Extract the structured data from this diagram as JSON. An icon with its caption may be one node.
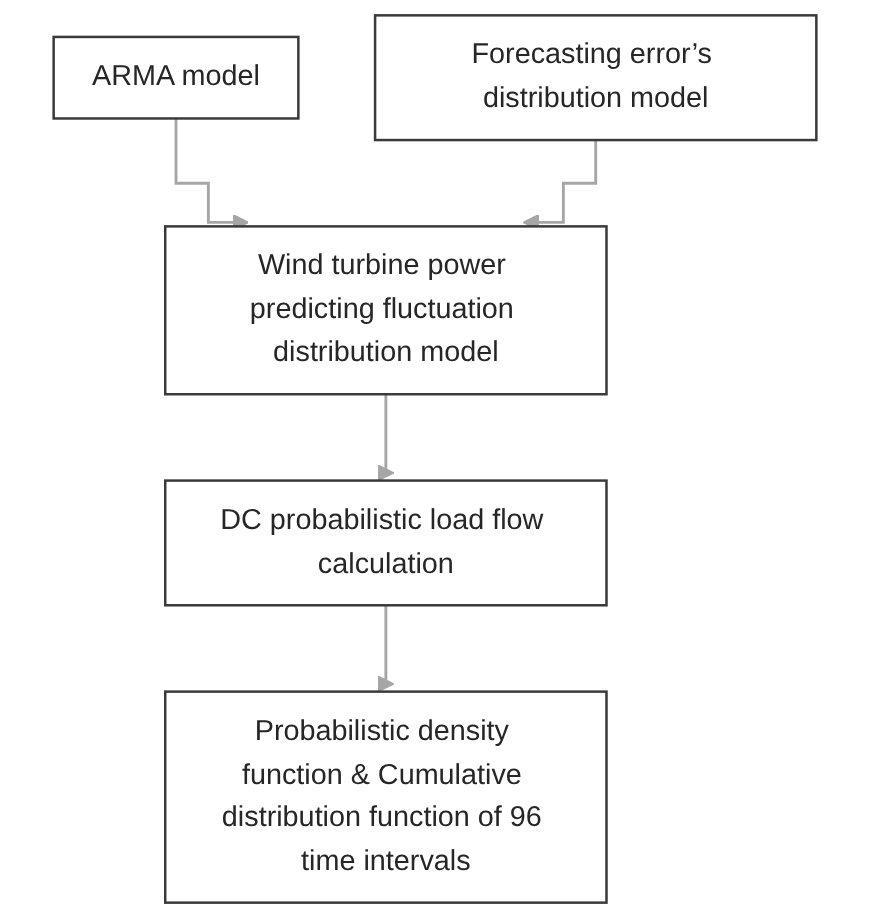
{
  "diagram": {
    "nodes": [
      {
        "text": [
          "ARMA model"
        ]
      },
      {
        "text": [
          "Forecasting error’s distribution model"
        ]
      },
      {
        "text": [
          "Wind turbine power predicting fluctuation distribution model"
        ]
      },
      {
        "text": [
          "DC probabilistic load flow calculation"
        ]
      },
      {
        "text": [
          "Probabilistic density function & Cumulative distribution function of 96 time intervals"
        ]
      }
    ],
    "edges": [
      {
        "from": 0,
        "to": 2,
        "arrow": "to"
      },
      {
        "from": 1,
        "to": 2,
        "arrow": "to"
      },
      {
        "from": 2,
        "to": 3,
        "arrow": "to"
      },
      {
        "from": 3,
        "to": 4,
        "arrow": "to"
      }
    ]
  }
}
